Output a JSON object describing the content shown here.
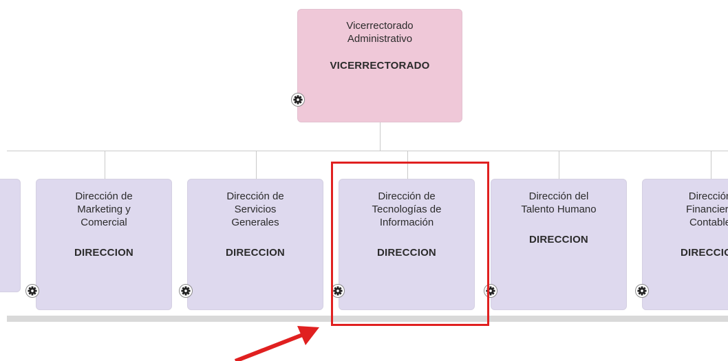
{
  "org_chart": {
    "root": {
      "name": "Vicerrectorado Administrativo",
      "type": "VICERRECTORADO"
    },
    "children": [
      {
        "name": "",
        "type": ""
      },
      {
        "name": "Dirección de Marketing y Comercial",
        "type": "DIRECCION"
      },
      {
        "name": "Dirección de Servicios Generales",
        "type": "DIRECCION"
      },
      {
        "name": "Dirección de Tecnologías de Información",
        "type": "DIRECCION"
      },
      {
        "name": "Dirección del Talento Humano",
        "type": "DIRECCION"
      },
      {
        "name": "Dirección Financiera Contable",
        "type": "DIRECCION"
      }
    ],
    "highlighted_child": "Dirección de Tecnologías de Información"
  },
  "icons": {
    "node_settings": "gear-icon",
    "annotation": "red-arrow"
  },
  "colors": {
    "root_fill": "#efc8d8",
    "child_fill": "#ded9ee",
    "connector": "#c9c9c9",
    "annotation_red": "#e02020"
  }
}
